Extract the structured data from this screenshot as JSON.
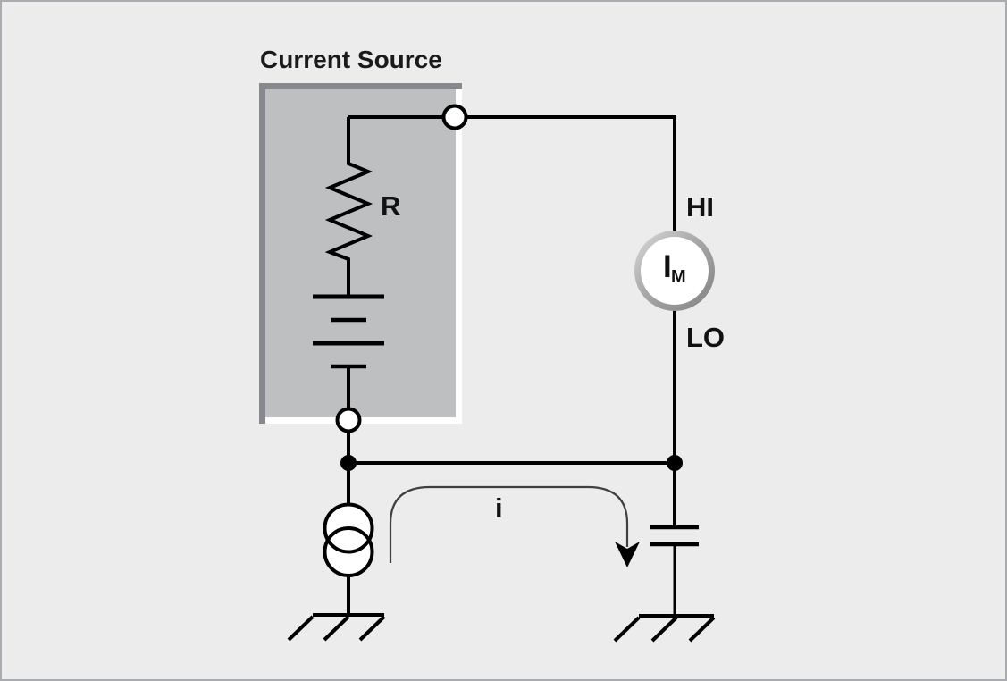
{
  "figure": {
    "title": "Current Source",
    "background": "#ececec",
    "frame_border": "#a9abb0"
  },
  "source_box": {
    "fill": "#bdbfc1",
    "bevel_dark": "#87898e",
    "bevel_light": "#ffffff"
  },
  "labels": {
    "resistor": "R",
    "hi_terminal": "HI",
    "lo_terminal": "LO",
    "meter_symbol": "I",
    "meter_subscript": "M",
    "current": "i"
  },
  "colors": {
    "wire": "#000000",
    "text": "#1a1a1a",
    "arrow": "#404040",
    "meter_ring_light": "#d6d6d6",
    "meter_ring_dark": "#858585"
  },
  "components": {
    "ammeter": "current meter",
    "resistor": "resistor",
    "battery": "battery",
    "current_source": "current source",
    "capacitor": "capacitor",
    "ground_left": "ground",
    "ground_right": "ground"
  }
}
